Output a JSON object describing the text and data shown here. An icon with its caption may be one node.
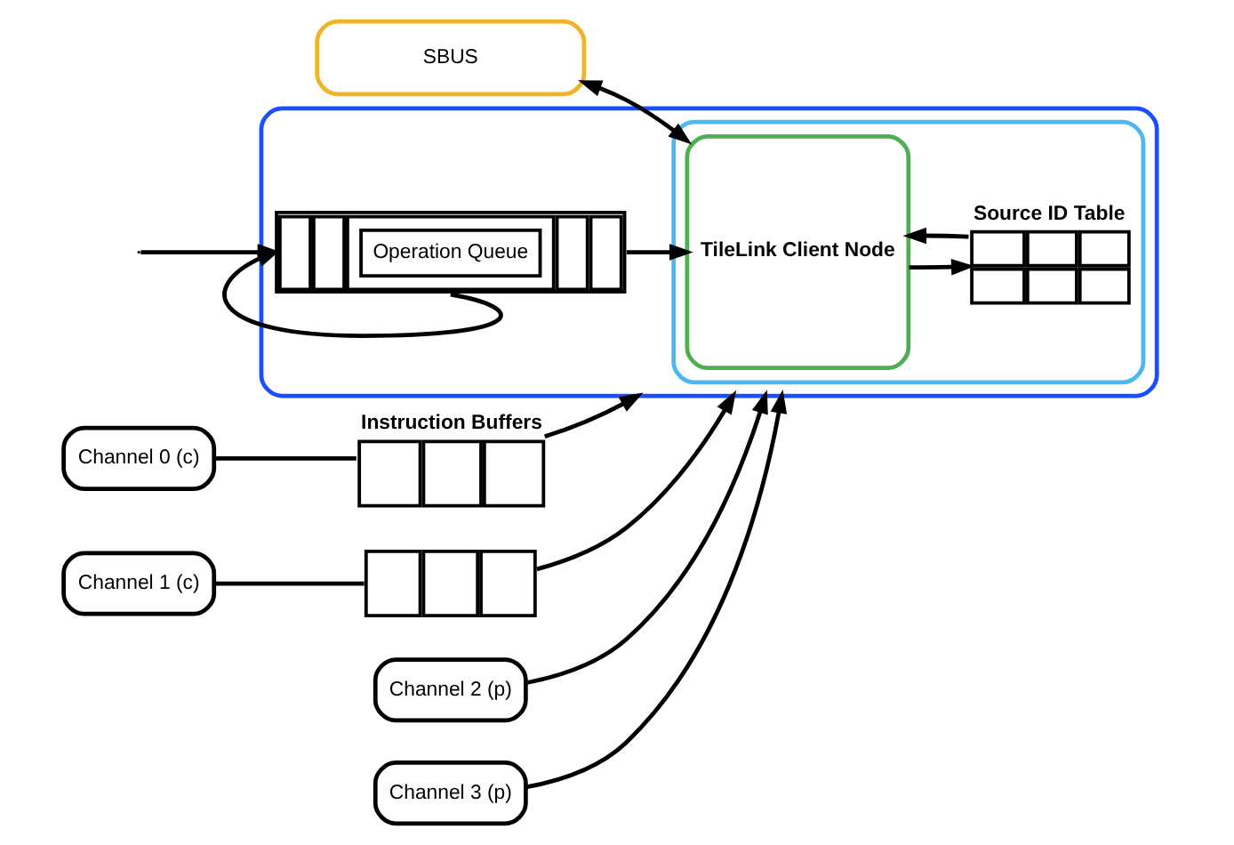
{
  "diagram": {
    "nodes": [
      {
        "text": [
          "SBUS"
        ]
      },
      {
        "text": [
          "Instruction Buffers"
        ]
      },
      {
        "text": [
          "Channel 0 (c)"
        ]
      },
      {
        "text": [],
        "shape": "box"
      },
      {
        "text": [
          "Channel 1 (c)"
        ]
      },
      {
        "text": [
          "Channel 2 (p)"
        ]
      },
      {
        "text": [
          "Channel 3 (p)"
        ]
      },
      {
        "text": [],
        "shape": "box"
      },
      {
        "text": [],
        "shape": "box",
        "in": 7
      },
      {
        "text": [
          "TileLink Client Node"
        ],
        "in": 8
      },
      {
        "text": [
          "Source ID Table"
        ],
        "in": 8
      },
      {
        "text": [
          "Operation Queue"
        ],
        "in": 7
      }
    ],
    "edges": [
      {
        "from": 2,
        "to": 1,
        "arrow": "none"
      },
      {
        "from": 1,
        "to": 7,
        "arrow": "to"
      },
      {
        "from": 4,
        "to": 3,
        "arrow": "none"
      },
      {
        "from": 3,
        "to": 7,
        "arrow": "to"
      },
      {
        "from": 5,
        "to": 7,
        "arrow": "to"
      },
      {
        "from": 6,
        "to": 7,
        "arrow": "to"
      },
      {
        "from": 0,
        "to": 9,
        "arrow": "both"
      },
      {
        "from": 9,
        "to": 10,
        "arrow": "to"
      },
      {
        "from": 10,
        "to": 9,
        "arrow": "to"
      },
      {
        "from": 11,
        "to": 9,
        "arrow": "to"
      },
      {
        "from": 11,
        "to": 11,
        "arrow": "to"
      },
      {
        "from": null,
        "to": 11,
        "arrow": "to"
      }
    ]
  }
}
